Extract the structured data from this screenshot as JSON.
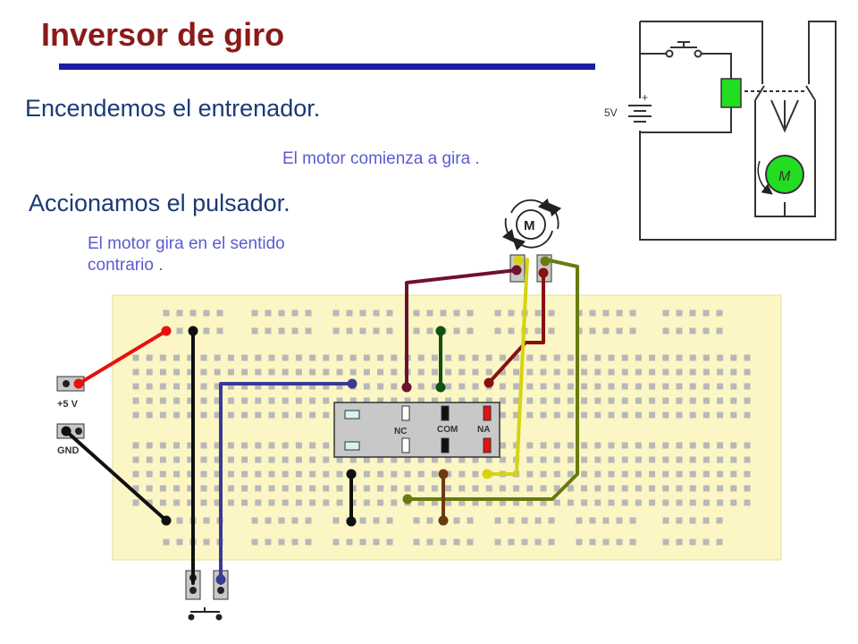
{
  "slide": {
    "title": "Inversor de giro",
    "step1_heading": "Encendemos el entrenador.",
    "step1_note": "El motor comienza a gira .",
    "step2_heading": "Accionamos el pulsador.",
    "step2_note_line1": "El motor gira en el sentido",
    "step2_note_line2": "contrario ."
  },
  "board": {
    "supply_label": "+5 V",
    "ground_label": "GND"
  },
  "relay": {
    "nc_label": "NC",
    "com_label": "COM",
    "na_label": "NA"
  },
  "motor": {
    "label": "M"
  },
  "schematic": {
    "voltage_label": "5V",
    "plus_label": "+",
    "motor_label": "M"
  },
  "colors": {
    "title": "#8b1a1a",
    "breadboard": "#fbf6c4",
    "wire_red": "#e81010",
    "wire_black": "#101010",
    "wire_blue": "#3a3a96",
    "wire_maroon": "#6e1030",
    "wire_green": "#105010",
    "wire_darkred": "#8a1010",
    "wire_yellow": "#d4d410",
    "wire_olive": "#6a7a10",
    "wire_brown": "#6a3a10",
    "relay_coil": "#22dd22"
  }
}
